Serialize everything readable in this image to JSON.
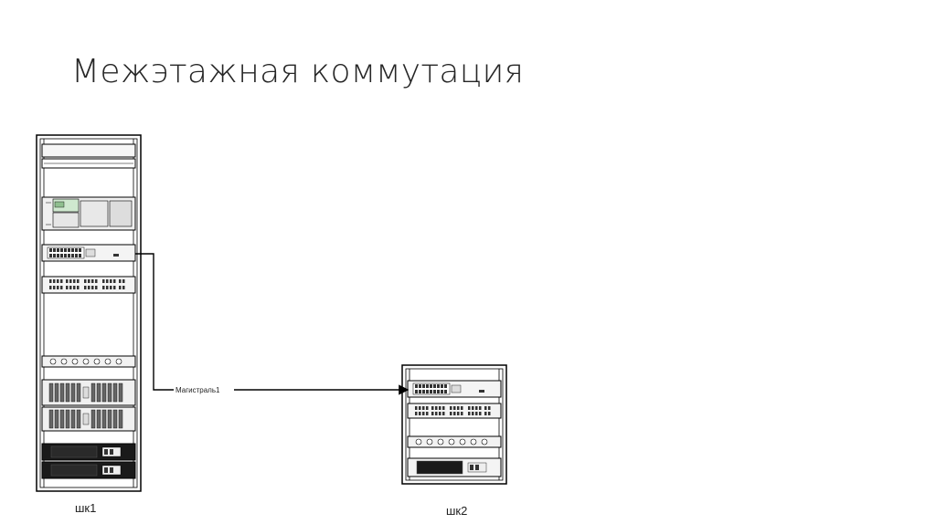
{
  "slide": {
    "title": "Межэтажная коммутация"
  },
  "racks": [
    {
      "id": "rack1",
      "label": "шк1"
    },
    {
      "id": "rack2",
      "label": "шк2"
    }
  ],
  "links": [
    {
      "from": "rack1",
      "to": "rack2",
      "label": "Магистраль1"
    }
  ]
}
